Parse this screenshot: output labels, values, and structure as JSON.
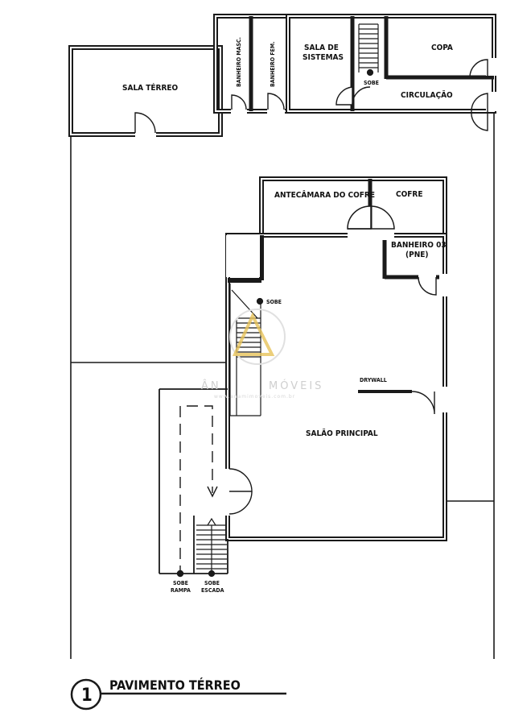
{
  "rooms": {
    "sala_terreo": "SALA TÉRREO",
    "banheiro_masc": "BANHEIRO MASC.",
    "banheiro_fem": "BANHEIRO FEM.",
    "sala_sistemas_l1": "SALA DE",
    "sala_sistemas_l2": "SISTEMAS",
    "copa": "COPA",
    "circulacao": "CIRCULAÇÃO",
    "antecamara": "ANTECÂMARA DO COFRE",
    "cofre": "COFRE",
    "banheiro03_l1": "BANHEIRO 03",
    "banheiro03_l2": "(PNE)",
    "salao_principal": "SALÃO PRINCIPAL"
  },
  "annotations": {
    "sobe": "SOBE",
    "sobe_stair_top": "SOBE",
    "sobe_stair_main": "SOBE",
    "drywall": "DRYWALL",
    "sobe_rampa_l1": "SOBE",
    "sobe_rampa_l2": "RAMPA",
    "sobe_escada_l1": "SOBE",
    "sobe_escada_l2": "ESCADA"
  },
  "drawing_title": {
    "number": "1",
    "text": "PAVIMENTO TÉRREO"
  },
  "watermark": {
    "brand_left": "ÂN",
    "brand_right": "MÓVEIS",
    "url": "www.anamimoveis.com.br"
  },
  "colors": {
    "wall": "#1a1a1a",
    "hatch": "#555555",
    "watermark_gold": "#e7c35a"
  }
}
